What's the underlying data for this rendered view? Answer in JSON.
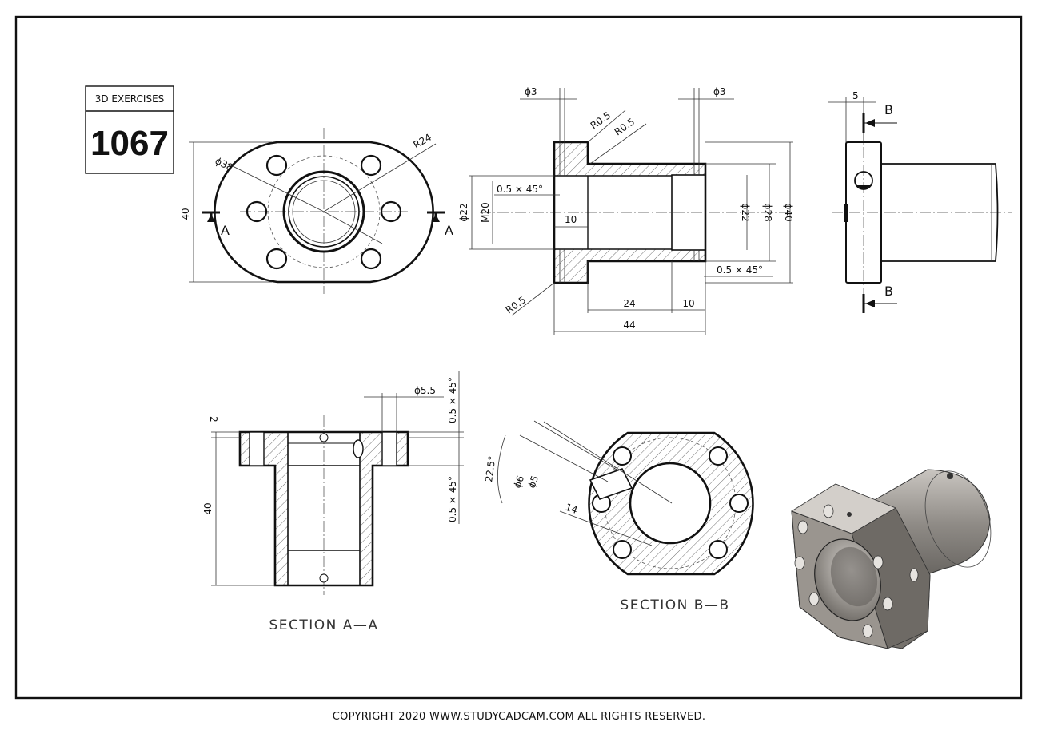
{
  "title_block": {
    "label": "3D EXERCISES",
    "number": "1067"
  },
  "front_view": {
    "dims": {
      "height": "40",
      "bolt_circle": "ϕ38",
      "radius": "R24"
    },
    "section_marks": {
      "left": "A",
      "right": "A"
    }
  },
  "side_section_view": {
    "dims": {
      "hole_left": "ϕ3",
      "hole_right": "ϕ3",
      "fillet_top_1": "R0.5",
      "fillet_top_2": "R0.5",
      "fillet_bottom": "R0.5",
      "chamfer_left": "0.5 × 45°",
      "chamfer_right": "0.5 × 45°",
      "bore_dia": "ϕ22",
      "thread": "M20",
      "thread_len": "10",
      "inner_dia": "ϕ22",
      "outer_dia": "ϕ28",
      "flange_dia": "ϕ40",
      "len_24": "24",
      "len_10": "10",
      "total_len": "44"
    }
  },
  "right_view": {
    "dims": {
      "flange_thk": "5"
    },
    "section_marks": {
      "top": "B",
      "bottom": "B"
    }
  },
  "section_aa": {
    "title": "SECTION A—A",
    "dims": {
      "chamfer_top": "0.5 × 45°",
      "chamfer_bottom": "0.5 × 45°",
      "hole_dia": "ϕ5.5",
      "flange_thk": "2",
      "height": "40"
    }
  },
  "section_bb": {
    "title": "SECTION B—B",
    "dims": {
      "angle": "22.5°",
      "dia_6": "ϕ6",
      "dia_5": "ϕ5",
      "len_14": "14"
    }
  },
  "footer": {
    "copyright": "COPYRIGHT  2020 WWW.STUDYCADCAM.COM ALL RIGHTS RESERVED."
  },
  "colors": {
    "line": "#111111",
    "part_shade": "#8f8b86",
    "paper": "#ffffff"
  }
}
